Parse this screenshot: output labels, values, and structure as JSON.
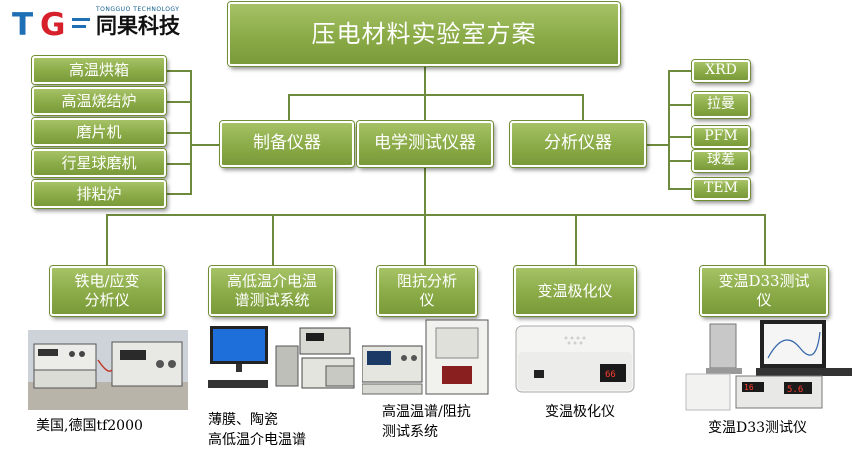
{
  "logo": {
    "mark": "TG",
    "company": "同果科技",
    "tagline": "TONGGUO TECHNOLOGY"
  },
  "root": "压电材料实验室方案",
  "categories": [
    "制备仪器",
    "电学测试仪器",
    "分析仪器"
  ],
  "prep_items": [
    "高温烘箱",
    "高温烧结炉",
    "磨片机",
    "行星球磨机",
    "排粘炉"
  ],
  "analysis_items": [
    "XRD",
    "拉曼",
    "PFM",
    "球差",
    "TEM"
  ],
  "systems": [
    {
      "label": "铁电/应变\n分析仪",
      "caption": "美国,德国tf2000"
    },
    {
      "label": "高低温介电温\n谱测试系统",
      "caption": "薄膜、陶瓷\n高低温介电温谱"
    },
    {
      "label": "阻抗分析\n仪",
      "caption": "高温温谱/阻抗\n测试系统"
    },
    {
      "label": "变温极化仪",
      "caption": "变温极化仪"
    },
    {
      "label": "变温D33测试\n仪",
      "caption": "变温D33测试仪"
    }
  ],
  "colors": {
    "box": "#8aab47",
    "line": "#6e8a3c",
    "logo_blue": "#1f6fb5",
    "logo_red": "#d6202b"
  }
}
